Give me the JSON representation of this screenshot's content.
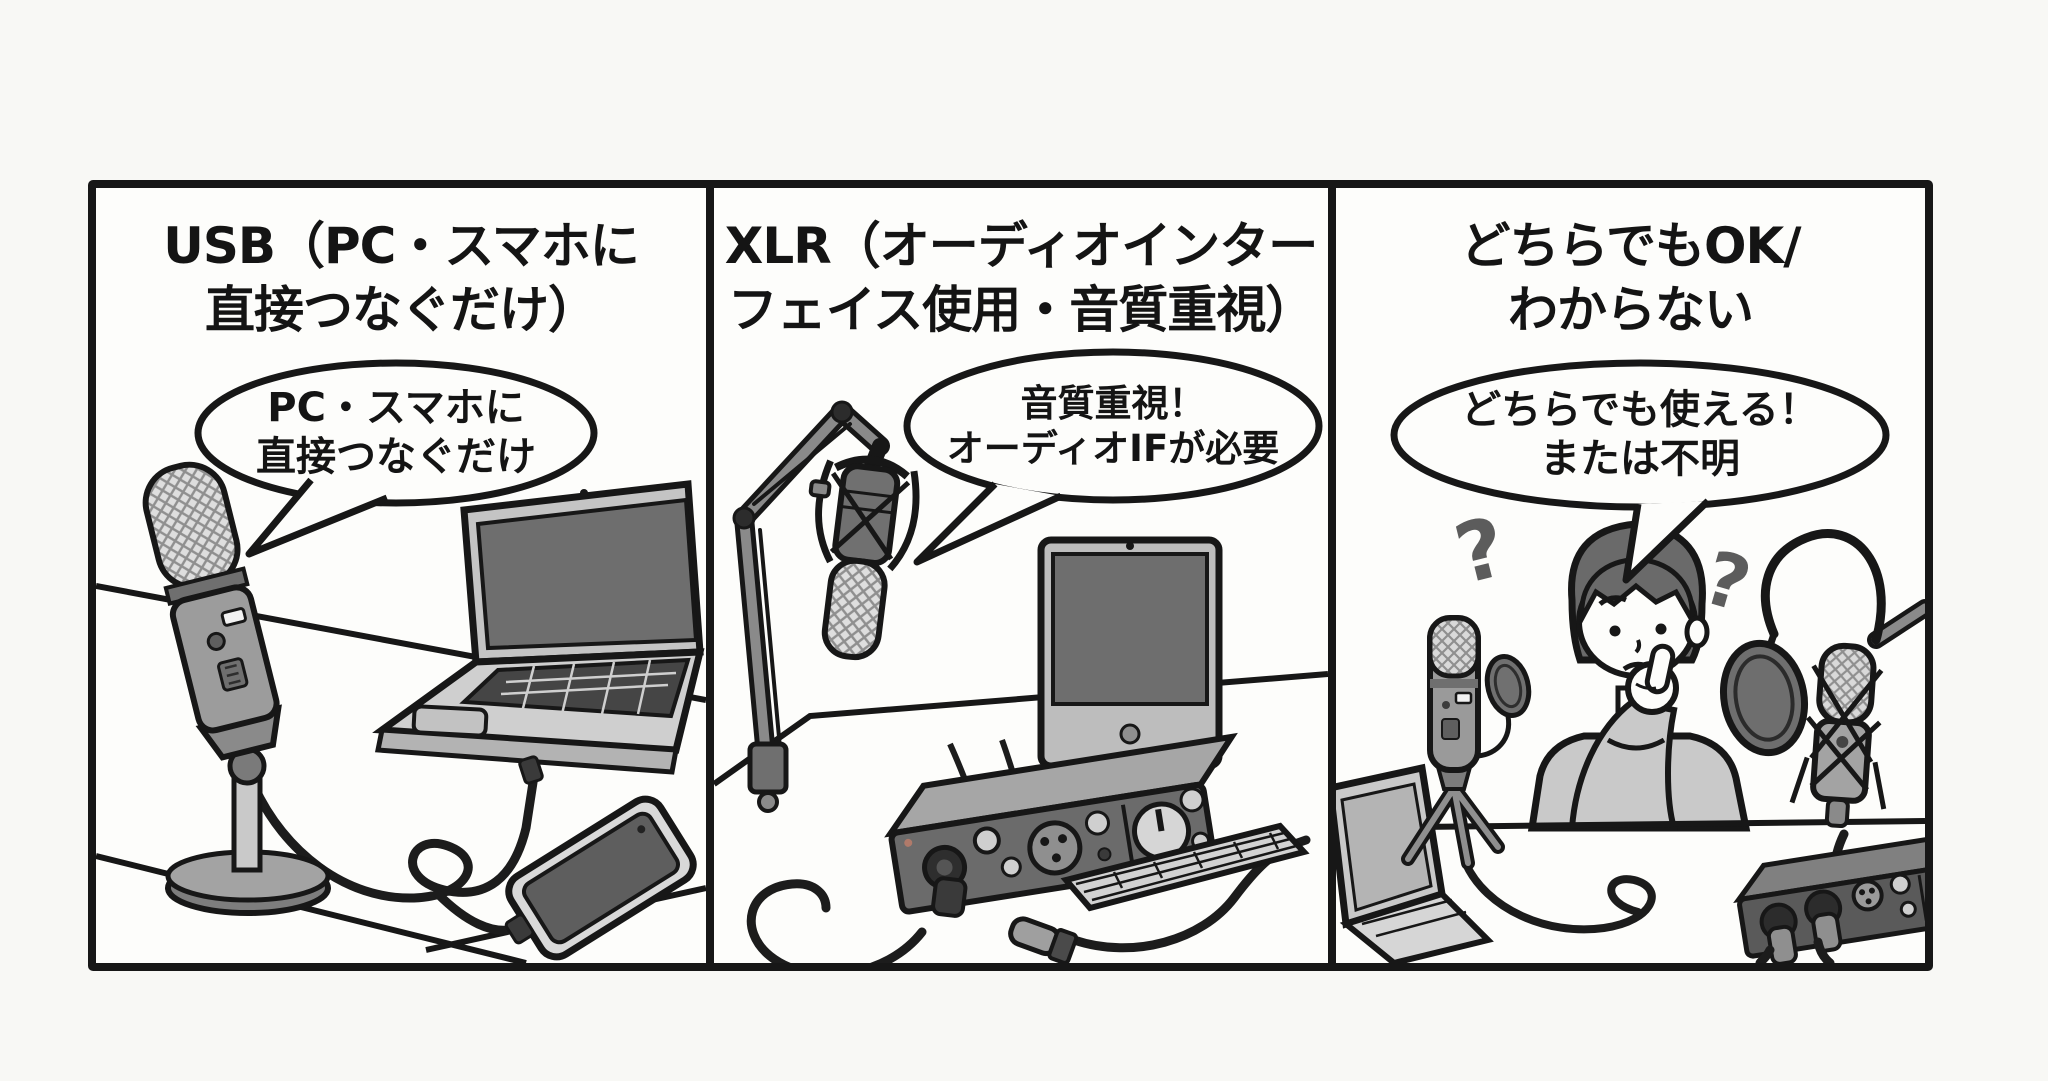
{
  "colors": {
    "paper": "#f8f8f5",
    "panel_background": "#fdfdfb",
    "ink": "#171717",
    "gray_light": "#d9d9d9",
    "gray_mid": "#9a9a9a",
    "gray_dark": "#5f5f5f"
  },
  "panels": [
    {
      "key": "usb",
      "title_line1": "USB（PC・スマホに",
      "title_line2": "直接つなぐだけ）",
      "bubble_line1": "PC・スマホに",
      "bubble_line2": "直接つなぐだけ",
      "scene": [
        "usb-microphone",
        "desk-mic-stand",
        "laptop",
        "smartphone",
        "usb-cable",
        "desk"
      ]
    },
    {
      "key": "xlr",
      "title_line1": "XLR（オーディオインター",
      "title_line2": "フェイス使用・音質重視）",
      "bubble_line1": "音質重視！",
      "bubble_line2": "オーディオIFが必要",
      "scene": [
        "boom-arm",
        "condenser-microphone",
        "shock-mount",
        "audio-interface",
        "xlr-cable",
        "imac-monitor",
        "keyboard",
        "desk"
      ]
    },
    {
      "key": "either-or-unknown",
      "title_line1": "どちらでもOK/",
      "title_line2": "わからない",
      "bubble_line1": "どちらでも使える！",
      "bubble_line2": "または不明",
      "scene": [
        "thinking-person",
        "question-marks",
        "usb-microphone-on-tripod",
        "pop-filter",
        "laptop",
        "condenser-microphone",
        "boom-arm",
        "audio-interface",
        "cables",
        "desk"
      ]
    }
  ],
  "question_mark_glyph": "?"
}
